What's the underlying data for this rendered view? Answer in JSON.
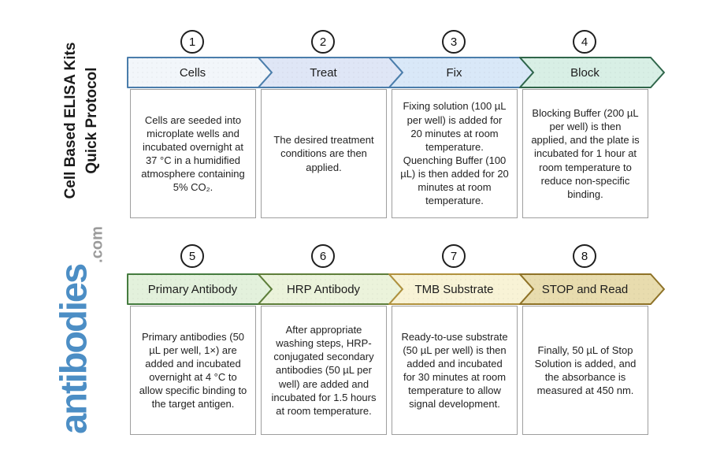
{
  "sidebar": {
    "title_line1": "Cell Based ELISA Kits",
    "title_line2": "Quick Protocol",
    "logo_main": "antibodies",
    "logo_suffix": ".com",
    "logo_blue": "#4c8ec5",
    "logo_gray": "#9b9b9b"
  },
  "steps": [
    {
      "number": "1",
      "label": "Cells",
      "description": "Cells are seeded into microplate wells and incubated overnight at 37 °C in a humidified atmosphere containing 5% CO₂.",
      "fill": "#f2f6fa",
      "stroke": "#4a7dab"
    },
    {
      "number": "2",
      "label": "Treat",
      "description": "The desired treatment conditions are then applied.",
      "fill": "#dfe6f6",
      "stroke": "#4a7dab"
    },
    {
      "number": "3",
      "label": "Fix",
      "description": "Fixing solution (100 µL per well) is added for 20 minutes at room temperature. Quenching Buffer (100 µL) is then added for 20 minutes at room temperature.",
      "fill": "#d9e8f8",
      "stroke": "#4a7dab"
    },
    {
      "number": "4",
      "label": "Block",
      "description": "Blocking Buffer (200 µL per well) is then applied, and the plate is incubated for 1 hour at room temperature to reduce non-specific binding.",
      "fill": "#d8efe5",
      "stroke": "#2f664a"
    },
    {
      "number": "5",
      "label": "Primary Antibody",
      "description": "Primary antibodies (50 µL per well, 1×) are added and incubated overnight at 4 °C to allow specific binding to the target antigen.",
      "fill": "#e3f1dc",
      "stroke": "#457c3f"
    },
    {
      "number": "6",
      "label": "HRP Antibody",
      "description": "After appropriate washing steps, HRP-conjugated secondary antibodies (50 µL per well) are added and incubated for 1.5 hours at room temperature.",
      "fill": "#ebf3db",
      "stroke": "#5e7e3a"
    },
    {
      "number": "7",
      "label": "TMB Substrate",
      "description": "Ready-to-use substrate (50 µL per well) is then added and incubated for 30 minutes at room temperature to allow signal development.",
      "fill": "#f8f3d6",
      "stroke": "#b0913e"
    },
    {
      "number": "8",
      "label": "STOP and Read",
      "description": "Finally, 50 µL of Stop Solution is added, and the absorbance is measured at 450 nm.",
      "fill": "#e8dcae",
      "stroke": "#8e7227"
    }
  ]
}
